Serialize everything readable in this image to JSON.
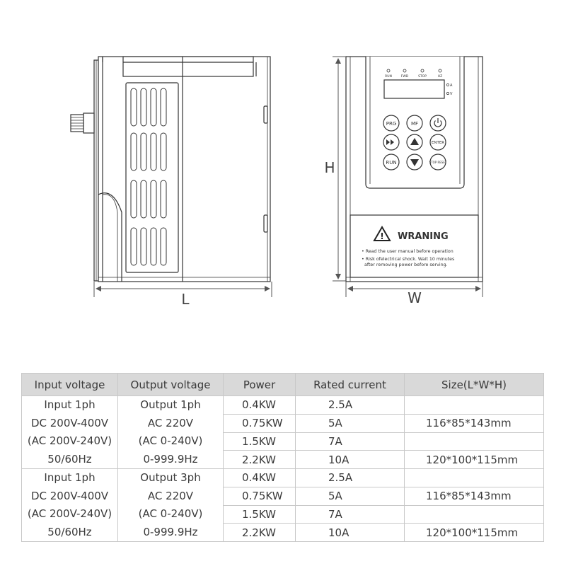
{
  "diagram": {
    "side_view": {
      "dimension_label": "L"
    },
    "front_view": {
      "height_label": "H",
      "width_label": "W",
      "leds": [
        "RUN",
        "FWD",
        "STOP",
        "HZ"
      ],
      "side_indicators": [
        "A",
        "V"
      ],
      "keys": [
        {
          "label": "PRG",
          "icon": "text"
        },
        {
          "label": "MF",
          "icon": "text"
        },
        {
          "label": "",
          "icon": "power-icon"
        },
        {
          "label": "",
          "icon": "fast-forward-icon"
        },
        {
          "label": "",
          "icon": "up-arrow-icon"
        },
        {
          "label": "ENTER",
          "icon": "text"
        },
        {
          "label": "RUN",
          "icon": "text"
        },
        {
          "label": "",
          "icon": "down-arrow-icon"
        },
        {
          "label": "STOP RESET",
          "icon": "text"
        }
      ],
      "warning": {
        "title": "WRANING",
        "line1": "• Read the user manual before operation",
        "line2": "• Risk ofelectrical shock. Wait 10 minutes",
        "line3": "after removing power before serving."
      }
    }
  },
  "table": {
    "headers": [
      "Input voltage",
      "Output voltage",
      "Power",
      "Rated current",
      "Size(L*W*H)"
    ],
    "groups": [
      {
        "input": [
          "Input 1ph",
          "DC 200V-400V",
          "(AC 200V-240V)",
          "50/60Hz"
        ],
        "output": [
          "Output 1ph",
          "AC 220V",
          "(AC 0-240V)",
          "0-999.9Hz"
        ],
        "rows": [
          {
            "power": "0.4KW",
            "current": "2.5A",
            "size": ""
          },
          {
            "power": "0.75KW",
            "current": "5A",
            "size": "116*85*143mm"
          },
          {
            "power": "1.5KW",
            "current": "7A",
            "size": ""
          },
          {
            "power": "2.2KW",
            "current": "10A",
            "size": "120*100*115mm"
          }
        ]
      },
      {
        "input": [
          "Input 1ph",
          "DC 200V-400V",
          "(AC 200V-240V)",
          "50/60Hz"
        ],
        "output": [
          "Output 3ph",
          "AC 220V",
          "(AC 0-240V)",
          "0-999.9Hz"
        ],
        "rows": [
          {
            "power": "0.4KW",
            "current": "2.5A",
            "size": ""
          },
          {
            "power": "0.75KW",
            "current": "5A",
            "size": "116*85*143mm"
          },
          {
            "power": "1.5KW",
            "current": "7A",
            "size": ""
          },
          {
            "power": "2.2KW",
            "current": "10A",
            "size": "120*100*115mm"
          }
        ]
      }
    ]
  }
}
